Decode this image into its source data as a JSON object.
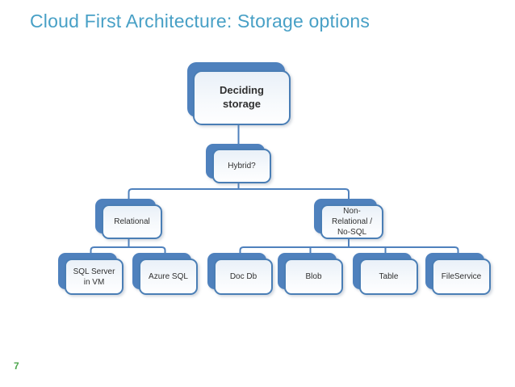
{
  "slide": {
    "title": "Cloud First Architecture: Storage options",
    "page_number": "7"
  },
  "colors": {
    "title_text": "#48A0C6",
    "accent_blue": "#4F81BD",
    "box_border": "#4A7EB5",
    "box_fill_top": "#E9F0F8",
    "box_fill_bottom": "#FEFEFF",
    "node_text": "#303030",
    "connector": "#4F81BD",
    "page_number_green": "#4EA64E"
  },
  "diagram": {
    "type": "hierarchy",
    "nodes": [
      {
        "id": "deciding-storage",
        "label": "Deciding storage",
        "parent": null
      },
      {
        "id": "hybrid",
        "label": "Hybrid?",
        "parent": "deciding-storage"
      },
      {
        "id": "relational",
        "label": "Relational",
        "parent": "hybrid"
      },
      {
        "id": "non-relational-no-sql",
        "label": "Non-Relational / No-SQL",
        "parent": "hybrid"
      },
      {
        "id": "sql-server-in-vm",
        "label": "SQL Server in VM",
        "parent": "relational"
      },
      {
        "id": "azure-sql",
        "label": "Azure SQL",
        "parent": "relational"
      },
      {
        "id": "doc-db",
        "label": "Doc Db",
        "parent": "non-relational-no-sql"
      },
      {
        "id": "blob",
        "label": "Blob",
        "parent": "non-relational-no-sql"
      },
      {
        "id": "table",
        "label": "Table",
        "parent": "non-relational-no-sql"
      },
      {
        "id": "fileservice",
        "label": "FileService",
        "parent": "non-relational-no-sql"
      }
    ]
  }
}
